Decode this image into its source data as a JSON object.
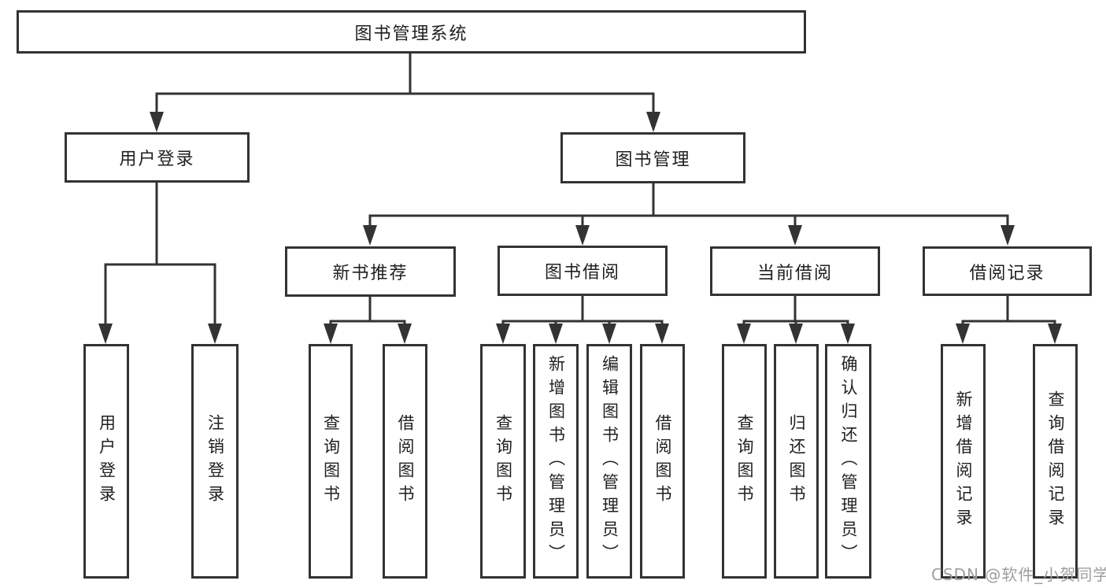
{
  "diagram": {
    "root": {
      "label": "图书管理系统"
    },
    "branches": [
      {
        "label": "用户登录",
        "children": [
          {
            "label": "用户登录"
          },
          {
            "label": "注销登录"
          }
        ]
      },
      {
        "label": "图书管理",
        "children": [
          {
            "label": "新书推荐",
            "children": [
              {
                "label": "查询图书"
              },
              {
                "label": "借阅图书"
              }
            ]
          },
          {
            "label": "图书借阅",
            "children": [
              {
                "label": "查询图书"
              },
              {
                "label": "新增图书（管理员）"
              },
              {
                "label": "编辑图书（管理员）"
              },
              {
                "label": "借阅图书"
              }
            ]
          },
          {
            "label": "当前借阅",
            "children": [
              {
                "label": "查询图书"
              },
              {
                "label": "归还图书"
              },
              {
                "label": "确认归还（管理员）"
              }
            ]
          },
          {
            "label": "借阅记录",
            "children": [
              {
                "label": "新增借阅记录"
              },
              {
                "label": "查询借阅记录"
              }
            ]
          }
        ]
      }
    ]
  },
  "watermark": {
    "text": "CSDN @软件_小贺同学",
    "color": "#9e9e9e"
  },
  "colors": {
    "line": "#333333",
    "text": "#1f1f1f",
    "background": "#ffffff"
  }
}
